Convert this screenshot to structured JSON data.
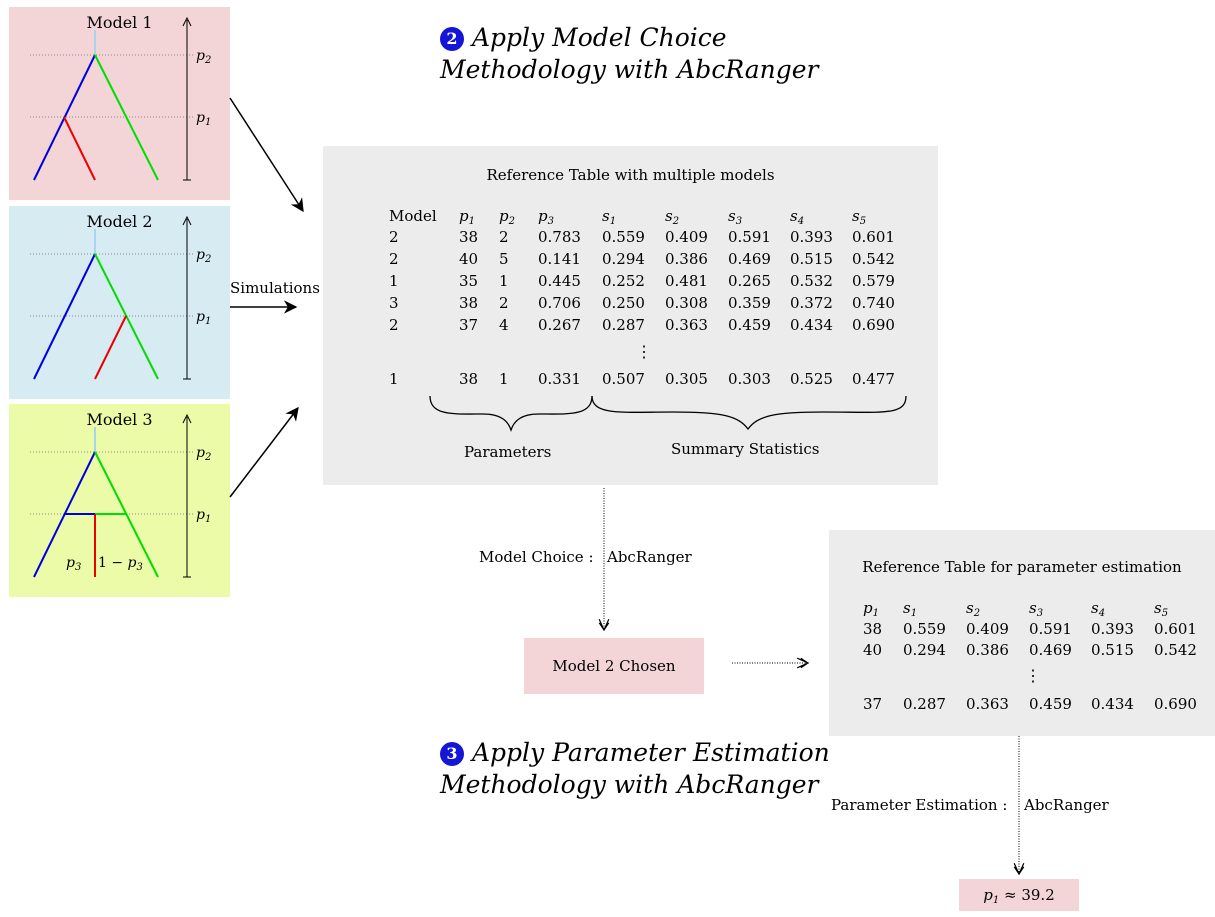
{
  "models": [
    {
      "title": "Model 1",
      "bg": "#f3d5d7",
      "p_labels": [
        "p2",
        "p1"
      ]
    },
    {
      "title": "Model 2",
      "bg": "#d7ebf3",
      "p_labels": [
        "p2",
        "p1"
      ]
    },
    {
      "title": "Model 3",
      "bg": "#ecfba7",
      "p_labels": [
        "p2",
        "p1"
      ],
      "admix_labels": [
        "p3",
        "1 − p3"
      ]
    }
  ],
  "simulations_label": "Simulations",
  "step2": {
    "number": "2",
    "line1": "Apply Model Choice",
    "line2": "Methodology with AbcRanger"
  },
  "step3": {
    "number": "3",
    "line1": "Apply Parameter Estimation",
    "line2": "Methodology with AbcRanger"
  },
  "ref_table": {
    "title": "Reference Table with multiple models",
    "headers": [
      "Model",
      "p1",
      "p2",
      "p3",
      "s1",
      "s2",
      "s3",
      "s4",
      "s5"
    ],
    "rows": [
      [
        "2",
        "38",
        "2",
        "0.783",
        "0.559",
        "0.409",
        "0.591",
        "0.393",
        "0.601"
      ],
      [
        "2",
        "40",
        "5",
        "0.141",
        "0.294",
        "0.386",
        "0.469",
        "0.515",
        "0.542"
      ],
      [
        "1",
        "35",
        "1",
        "0.445",
        "0.252",
        "0.481",
        "0.265",
        "0.532",
        "0.579"
      ],
      [
        "3",
        "38",
        "2",
        "0.706",
        "0.250",
        "0.308",
        "0.359",
        "0.372",
        "0.740"
      ],
      [
        "2",
        "37",
        "4",
        "0.267",
        "0.287",
        "0.363",
        "0.459",
        "0.434",
        "0.690"
      ]
    ],
    "last_row": [
      "1",
      "38",
      "1",
      "0.331",
      "0.507",
      "0.305",
      "0.303",
      "0.525",
      "0.477"
    ],
    "brace_params": "Parameters",
    "brace_stats": "Summary Statistics"
  },
  "model_choice_label": {
    "left": "Model Choice :",
    "right": "AbcRanger"
  },
  "chosen_label": "Model 2 Chosen",
  "param_table": {
    "title": "Reference Table for parameter estimation",
    "headers": [
      "p1",
      "s1",
      "s2",
      "s3",
      "s4",
      "s5"
    ],
    "rows": [
      [
        "38",
        "0.559",
        "0.409",
        "0.591",
        "0.393",
        "0.601"
      ],
      [
        "40",
        "0.294",
        "0.386",
        "0.469",
        "0.515",
        "0.542"
      ]
    ],
    "last_row": [
      "37",
      "0.287",
      "0.363",
      "0.459",
      "0.434",
      "0.690"
    ]
  },
  "param_est_label": {
    "left": "Parameter Estimation :",
    "right": "AbcRanger"
  },
  "result_label": "p1 ≈ 39.2",
  "colors": {
    "blue": "#0000dd",
    "green": "#00dd00",
    "red": "#ee0000",
    "lightblue": "#a8d4ee",
    "panel": "#ececec",
    "pink": "#f3d5d7"
  }
}
